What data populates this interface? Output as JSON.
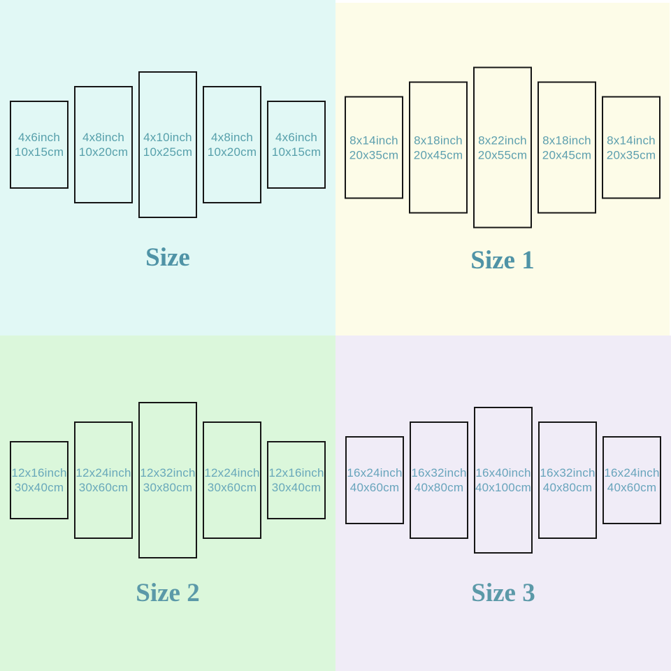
{
  "panel_border_color": "#161616",
  "quadrants": [
    {
      "title": "Size",
      "bg": "#e1f8f5",
      "label_color": "#57a0ab",
      "title_color": "#4f93a6",
      "panels": [
        {
          "inch_label": "4x6inch",
          "cm_label": "10x15cm",
          "w_in": 4,
          "h_in": 6
        },
        {
          "inch_label": "4x8inch",
          "cm_label": "10x20cm",
          "w_in": 4,
          "h_in": 8
        },
        {
          "inch_label": "4x10inch",
          "cm_label": "10x25cm",
          "w_in": 4,
          "h_in": 10
        },
        {
          "inch_label": "4x8inch",
          "cm_label": "10x20cm",
          "w_in": 4,
          "h_in": 8
        },
        {
          "inch_label": "4x6inch",
          "cm_label": "10x15cm",
          "w_in": 4,
          "h_in": 6
        }
      ]
    },
    {
      "title": "Size 1",
      "bg": "#fdfce8",
      "label_color": "#5d9fae",
      "title_color": "#4f93a6",
      "panels": [
        {
          "inch_label": "8x14inch",
          "cm_label": "20x35cm",
          "w_in": 8,
          "h_in": 14
        },
        {
          "inch_label": "8x18inch",
          "cm_label": "20x45cm",
          "w_in": 8,
          "h_in": 18
        },
        {
          "inch_label": "8x22inch",
          "cm_label": "20x55cm",
          "w_in": 8,
          "h_in": 22
        },
        {
          "inch_label": "8x18inch",
          "cm_label": "20x45cm",
          "w_in": 8,
          "h_in": 18
        },
        {
          "inch_label": "8x14inch",
          "cm_label": "20x35cm",
          "w_in": 8,
          "h_in": 14
        }
      ]
    },
    {
      "title": "Size 2",
      "bg": "#dbf7db",
      "label_color": "#68a8ba",
      "title_color": "#5b99a8",
      "panels": [
        {
          "inch_label": "12x16inch",
          "cm_label": "30x40cm",
          "w_in": 12,
          "h_in": 16
        },
        {
          "inch_label": "12x24inch",
          "cm_label": "30x60cm",
          "w_in": 12,
          "h_in": 24
        },
        {
          "inch_label": "12x32inch",
          "cm_label": "30x80cm",
          "w_in": 12,
          "h_in": 32
        },
        {
          "inch_label": "12x24inch",
          "cm_label": "30x60cm",
          "w_in": 12,
          "h_in": 24
        },
        {
          "inch_label": "12x16inch",
          "cm_label": "30x40cm",
          "w_in": 12,
          "h_in": 16
        }
      ]
    },
    {
      "title": "Size 3",
      "bg": "#f0ecf7",
      "label_color": "#68a4bc",
      "title_color": "#5b99a8",
      "panels": [
        {
          "inch_label": "16x24inch",
          "cm_label": "40x60cm",
          "w_in": 16,
          "h_in": 24
        },
        {
          "inch_label": "16x32inch",
          "cm_label": "40x80cm",
          "w_in": 16,
          "h_in": 32
        },
        {
          "inch_label": "16x40inch",
          "cm_label": "40x100cm",
          "w_in": 16,
          "h_in": 40
        },
        {
          "inch_label": "16x32inch",
          "cm_label": "40x80cm",
          "w_in": 16,
          "h_in": 32
        },
        {
          "inch_label": "16x24inch",
          "cm_label": "40x60cm",
          "w_in": 16,
          "h_in": 24
        }
      ]
    }
  ]
}
